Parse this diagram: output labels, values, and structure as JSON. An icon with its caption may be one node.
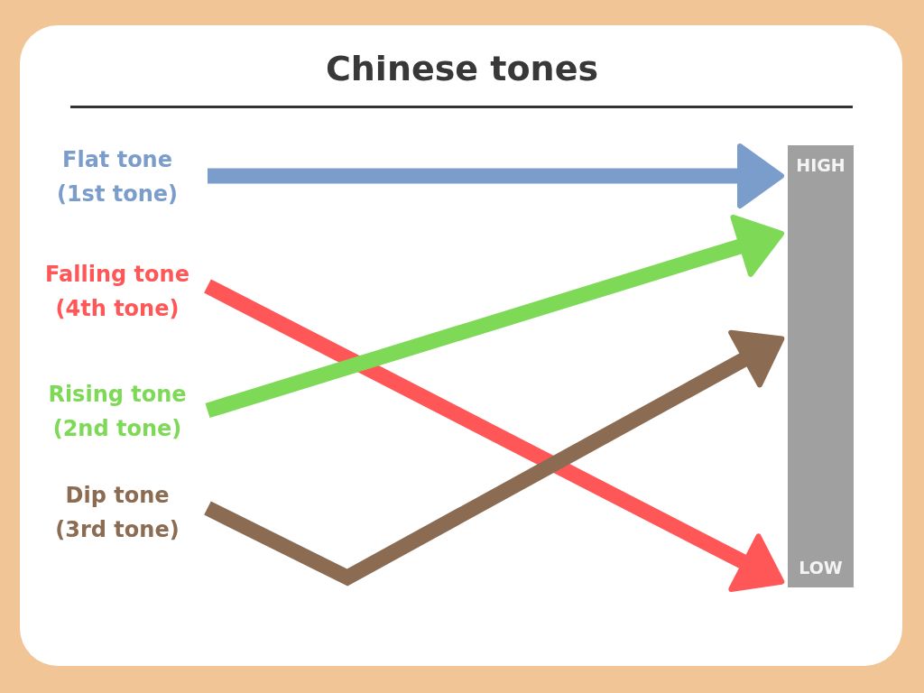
{
  "diagram": {
    "title": "Chinese tones",
    "nodes": [
      {
        "text": [
          "Flat tone",
          "(1st tone)"
        ]
      },
      {
        "text": [
          "Falling tone",
          "(4th tone)"
        ]
      },
      {
        "text": [
          "Rising tone",
          "(2nd tone)"
        ]
      },
      {
        "text": [
          "Dip tone",
          "(3rd tone)"
        ]
      },
      {
        "text": [
          "HIGH",
          "LOW"
        ]
      }
    ],
    "edges": [
      {
        "from": 0,
        "to": 4,
        "arrow": "to",
        "color": "#7b9dcb"
      },
      {
        "from": 1,
        "to": 4,
        "arrow": "to",
        "color": "#ff5757"
      },
      {
        "from": 2,
        "to": 4,
        "arrow": "to",
        "color": "#7ed957"
      },
      {
        "from": 3,
        "to": 4,
        "arrow": "to",
        "color": "#8b6c53"
      }
    ]
  }
}
